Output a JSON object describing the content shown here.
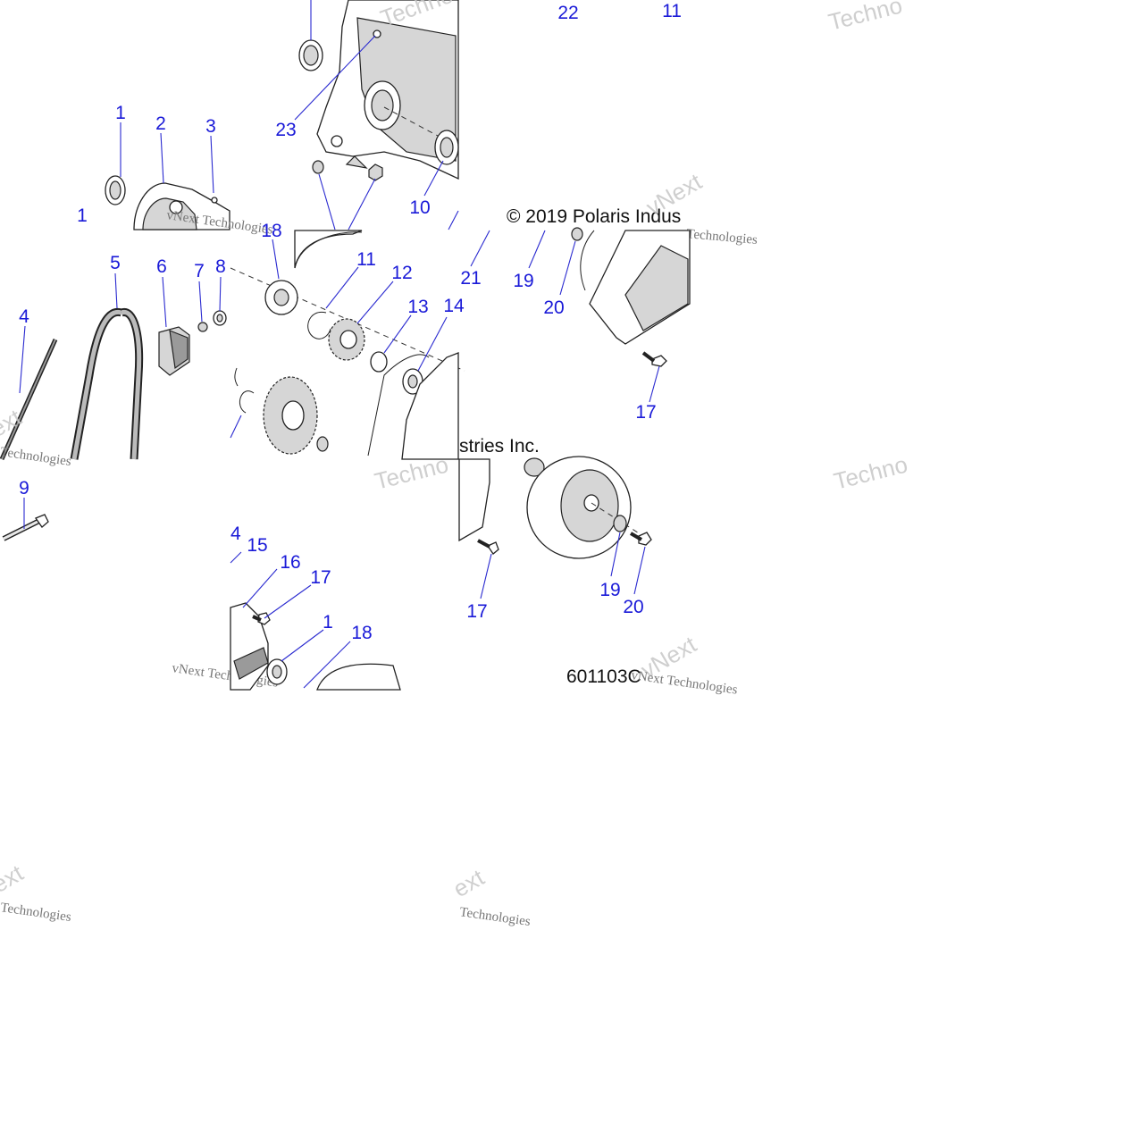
{
  "copyright": "© 2019 Polaris Industries Inc.",
  "drawing_number": "601103C",
  "watermark": {
    "brand_a": "Techno",
    "brand_b": "vNext",
    "brand_c": "vNext Technologies",
    "brand_d": "Technologies",
    "brand_e": "ext",
    "brand_f": "ogies"
  },
  "callouts": {
    "c1a": "1",
    "c2": "2",
    "c3": "3",
    "c1b": "1",
    "c4": "4",
    "c5": "5",
    "c6": "6",
    "c7": "7",
    "c8": "8",
    "c9": "9",
    "c23": "23",
    "c10": "10",
    "c22": "22",
    "c11a": "11",
    "c11b": "11",
    "c12": "12",
    "c13": "13",
    "c14a": "14",
    "c21": "21",
    "c19a": "19",
    "c20a": "20",
    "c17a": "17",
    "c15": "15",
    "c16": "16",
    "c17b": "17",
    "c1c": "1",
    "c18": "18",
    "c14b": "4",
    "c17c": "17",
    "c19b": "19",
    "c20b": "20",
    "c18top": "18"
  },
  "copyright_parts": {
    "left": "© 2019 Polaris Indus",
    "right": "stries Inc."
  }
}
